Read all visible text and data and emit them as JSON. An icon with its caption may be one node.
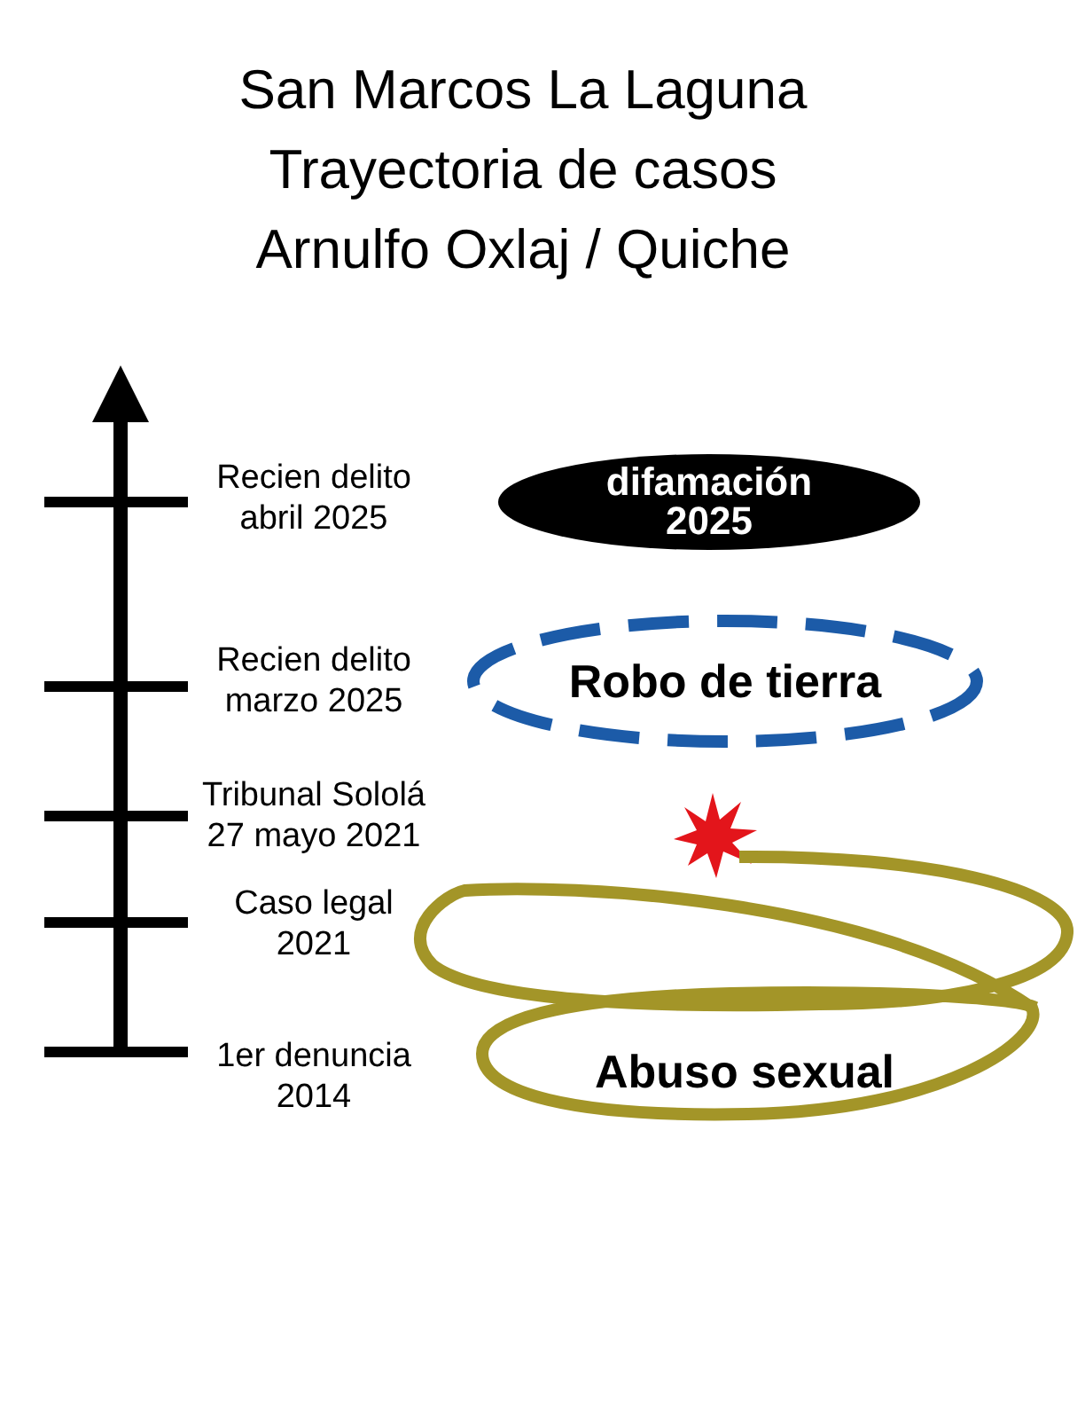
{
  "diagram": {
    "title": "San Marcos La Laguna Trayectoria de casos Arnulfo Oxlaj / Quiche",
    "nodes": [
      {
        "text": [
          "difamación 2025"
        ]
      },
      {
        "text": [
          "Robo de tierra"
        ]
      },
      {
        "text": [
          "Abuso sexual"
        ]
      }
    ],
    "labels": [
      "Recien delito abril 2025",
      "Recien delito marzo 2025",
      "Tribunal Sololá 27 mayo 2021",
      "Caso legal 2021",
      "1er denuncia 2014"
    ]
  }
}
